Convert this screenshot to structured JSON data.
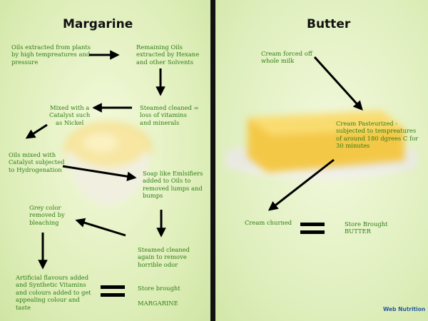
{
  "margarine": {
    "title": "Margarine",
    "steps": [
      "Oils extracted from plants\nby high tempreatures and\npressure",
      "Remaining Oils\nextracted by Hexane\nand other Solvents",
      "Steamed cleaned =\nloss of vitamins\nand minerals",
      "Mixed with a\nCatalyst such\nas Nickel",
      "Oils mixed with\nCatalyst subjected\nto Hydrogenation",
      "Soap like Emlsifiers\nadded to Oils to\nremoved lumps and\nbumps",
      "Grey color\nremoved by\nbleaching",
      "Steamed cleaned\nagain to remove\nhorrible odor",
      "Artificial flavours added\nand Synthetic Vitamins\nand colours  added to get\nappealing colour and\ntaste",
      "Store brought\n\nMARGARINE"
    ]
  },
  "butter": {
    "title": "Butter",
    "steps": [
      "Cream forced off\nwhole milk",
      "Cream Pasteurized  -\nsubjected to tempreatures\nof around 180 dgrees C for\n30 minutes",
      "Cream churned",
      "Store Brought\nBUTTER"
    ]
  },
  "logo": {
    "text": "Web Nutrition"
  },
  "colors": {
    "step_text": "#2f7d14",
    "arrow": "#000000",
    "divider": "#111111"
  }
}
